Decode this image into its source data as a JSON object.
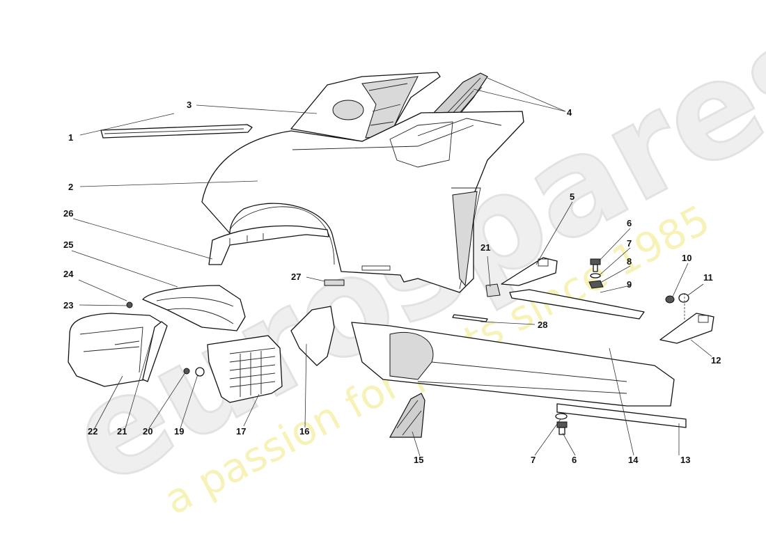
{
  "watermark": {
    "brand": "eurospares",
    "slogan": "a passion for parts since 1985"
  },
  "callouts": [
    {
      "id": "c1",
      "label": "1"
    },
    {
      "id": "c2",
      "label": "2"
    },
    {
      "id": "c3",
      "label": "3"
    },
    {
      "id": "c4",
      "label": "4"
    },
    {
      "id": "c5",
      "label": "5"
    },
    {
      "id": "c6a",
      "label": "6"
    },
    {
      "id": "c7a",
      "label": "7"
    },
    {
      "id": "c8",
      "label": "8"
    },
    {
      "id": "c9",
      "label": "9"
    },
    {
      "id": "c10",
      "label": "10"
    },
    {
      "id": "c11",
      "label": "11"
    },
    {
      "id": "c12",
      "label": "12"
    },
    {
      "id": "c13",
      "label": "13"
    },
    {
      "id": "c14",
      "label": "14"
    },
    {
      "id": "c15",
      "label": "15"
    },
    {
      "id": "c16",
      "label": "16"
    },
    {
      "id": "c17",
      "label": "17"
    },
    {
      "id": "c19",
      "label": "19"
    },
    {
      "id": "c20",
      "label": "20"
    },
    {
      "id": "c21a",
      "label": "21"
    },
    {
      "id": "c21b",
      "label": "21"
    },
    {
      "id": "c22",
      "label": "22"
    },
    {
      "id": "c23",
      "label": "23"
    },
    {
      "id": "c24",
      "label": "24"
    },
    {
      "id": "c25",
      "label": "25"
    },
    {
      "id": "c26",
      "label": "26"
    },
    {
      "id": "c27",
      "label": "27"
    },
    {
      "id": "c28",
      "label": "28"
    },
    {
      "id": "c6b",
      "label": "6"
    },
    {
      "id": "c7b",
      "label": "7"
    }
  ]
}
